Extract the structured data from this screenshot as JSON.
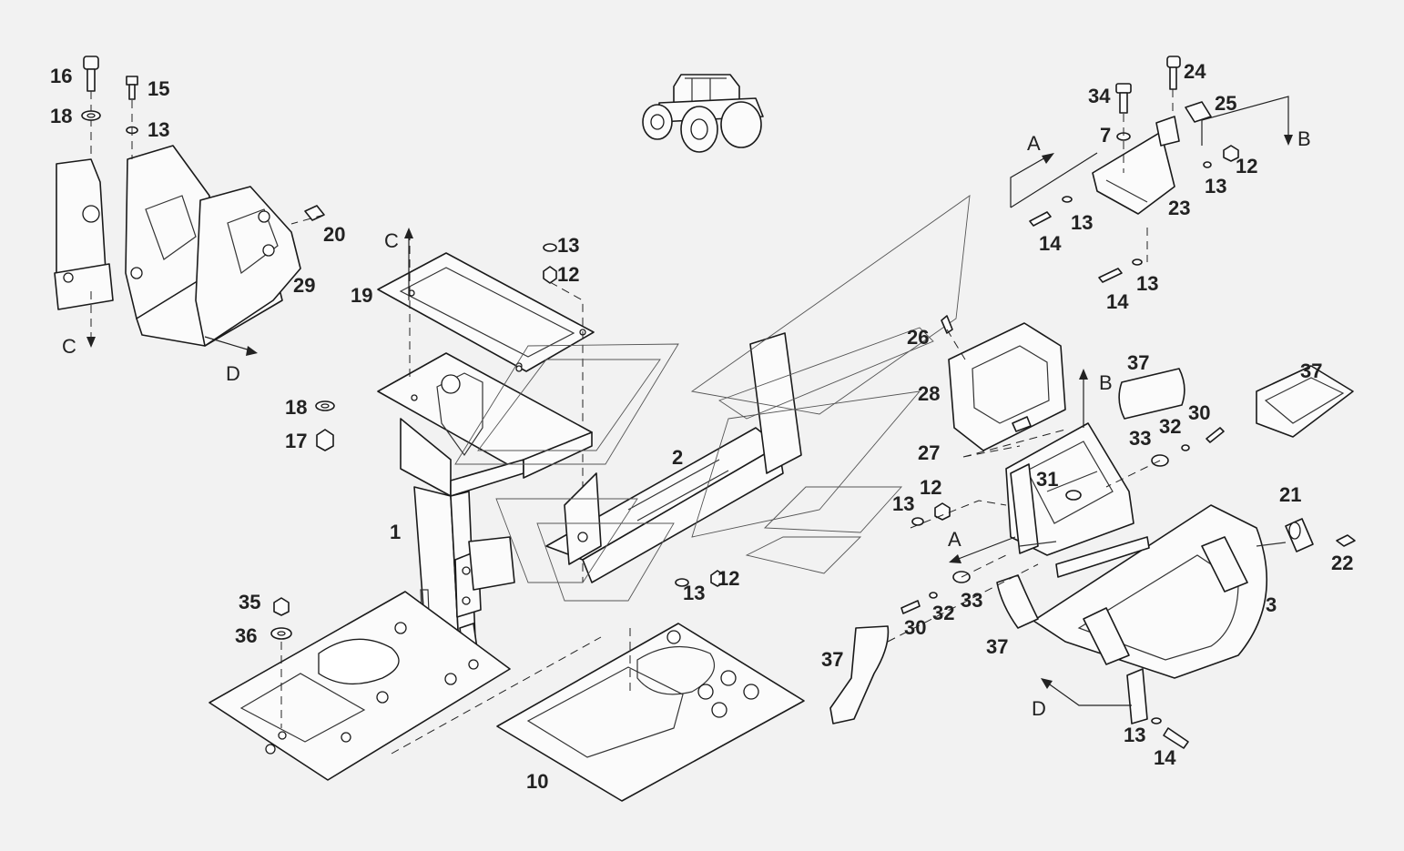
{
  "callouts": {
    "c1": "1",
    "c2": "2",
    "c3": "3",
    "c7": "7",
    "c10": "10",
    "c12a": "12",
    "c12b": "12",
    "c12c": "12",
    "c12d": "12",
    "c13a": "13",
    "c13b": "13",
    "c13c": "13",
    "c13d": "13",
    "c13e": "13",
    "c13f": "13",
    "c13g": "13",
    "c13h": "13",
    "c14a": "14",
    "c14b": "14",
    "c14c": "14",
    "c15": "15",
    "c16": "16",
    "c17": "17",
    "c18a": "18",
    "c18b": "18",
    "c19": "19",
    "c20": "20",
    "c21": "21",
    "c22": "22",
    "c23": "23",
    "c24": "24",
    "c25": "25",
    "c26": "26",
    "c27": "27",
    "c28": "28",
    "c29": "29",
    "c30a": "30",
    "c30b": "30",
    "c31": "31",
    "c32a": "32",
    "c32b": "32",
    "c33a": "33",
    "c33b": "33",
    "c34": "34",
    "c35": "35",
    "c36": "36",
    "c37a": "37",
    "c37b": "37",
    "c37c": "37",
    "c37d": "37"
  },
  "section_markers": {
    "A_top": "A",
    "A_mid": "A",
    "B_top": "B",
    "B_mid": "B",
    "C_top": "C",
    "C_left": "C",
    "D_left": "D",
    "D_bottom": "D"
  },
  "icons": {
    "tractor": "tractor-icon"
  }
}
